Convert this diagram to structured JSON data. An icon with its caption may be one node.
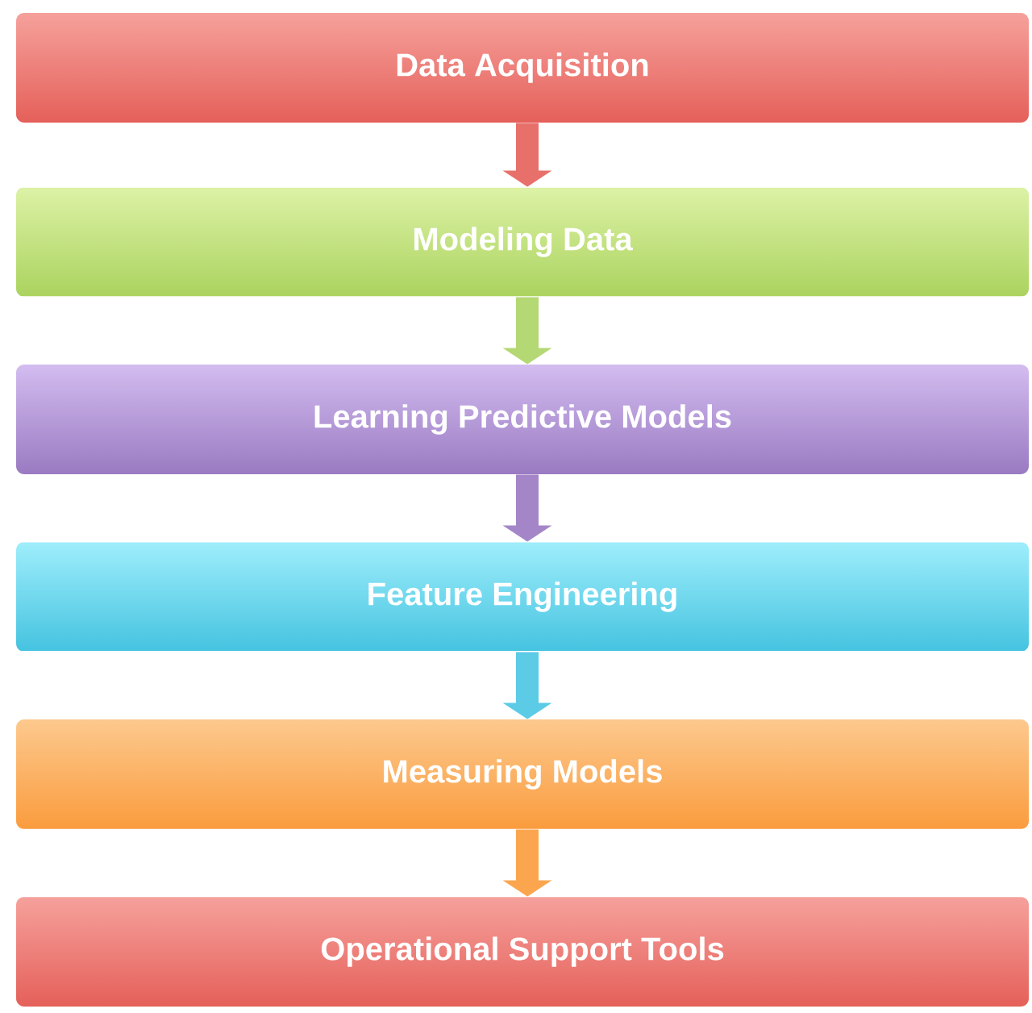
{
  "diagram": {
    "nodes": [
      {
        "text": [
          "Data Acquisition"
        ]
      },
      {
        "text": [
          "Modeling Data"
        ]
      },
      {
        "text": [
          "Learning Predictive Models"
        ]
      },
      {
        "text": [
          "Feature Engineering"
        ]
      },
      {
        "text": [
          "Measuring Models"
        ]
      },
      {
        "text": [
          "Operational Support Tools"
        ]
      }
    ],
    "edges": [
      {
        "from": 0,
        "to": 1,
        "arrow": "to",
        "color": "#e8706a"
      },
      {
        "from": 1,
        "to": 2,
        "arrow": "to",
        "color": "#b4d873"
      },
      {
        "from": 2,
        "to": 3,
        "arrow": "to",
        "color": "#a486c8"
      },
      {
        "from": 3,
        "to": 4,
        "arrow": "to",
        "color": "#5ccbe6"
      },
      {
        "from": 4,
        "to": 5,
        "arrow": "to",
        "color": "#fba64e"
      }
    ]
  }
}
